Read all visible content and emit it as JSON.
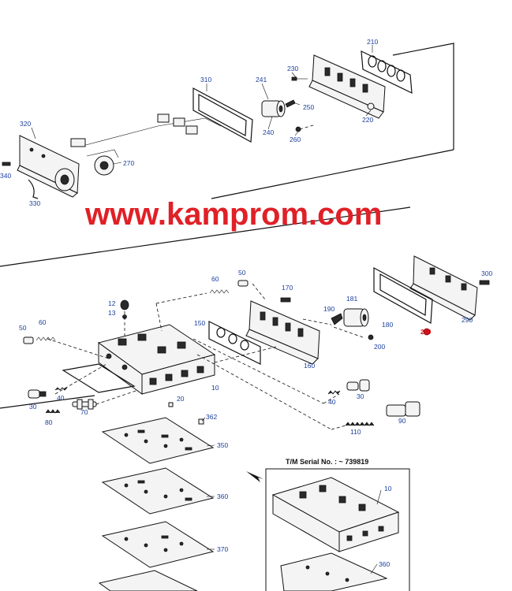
{
  "watermark": "www.kamprom.com",
  "inset": {
    "serial_label": "T/M Serial No. : ~ 739819"
  },
  "callouts": {
    "p210": "210",
    "p230": "230",
    "p241": "241",
    "p310": "310",
    "p250": "250",
    "p220": "220",
    "p240": "240",
    "p260": "260",
    "p320": "320",
    "p270": "270",
    "p340": "340",
    "p330": "330",
    "p60a": "60",
    "p50a": "50",
    "p170": "170",
    "p300": "300",
    "p12": "12",
    "p13": "13",
    "p181": "181",
    "p190": "190",
    "p150": "150",
    "p180": "180",
    "p290": "290",
    "p50b": "50",
    "p60b": "60",
    "p200": "200",
    "p280": "280",
    "p160": "160",
    "p10a": "10",
    "p20": "20",
    "p40a": "40",
    "p30a": "30",
    "p40b": "40",
    "p30b": "30",
    "p70": "70",
    "p80": "80",
    "p362": "362",
    "p110": "110",
    "p90": "90",
    "p350": "350",
    "p10b": "10",
    "p360a": "360",
    "p360b": "360",
    "p370": "370"
  },
  "colors": {
    "callout": "#1a3f9c",
    "watermark": "#e02027",
    "highlight": "#d0121b"
  }
}
